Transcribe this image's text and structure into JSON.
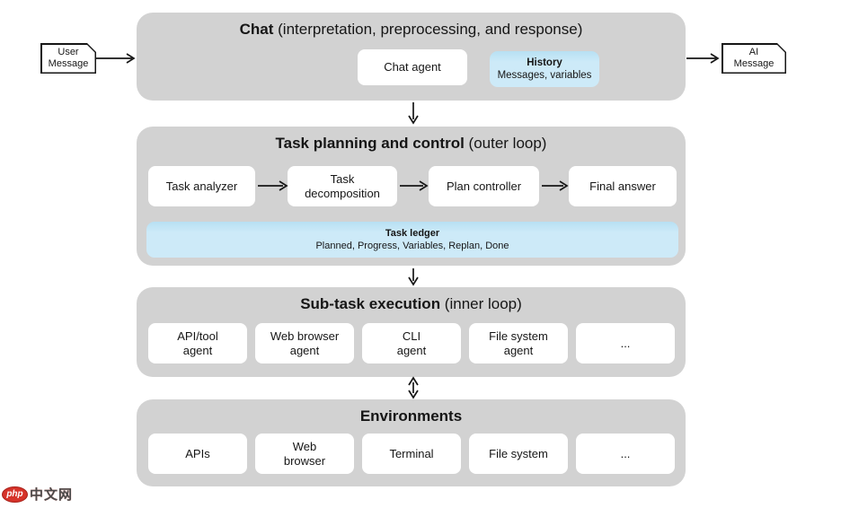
{
  "colors": {
    "container_gray": "#d2d2d2",
    "box_white": "#ffffff",
    "store_blue": "#cdeaf8",
    "ink": "#161616",
    "watermark_red": "#d6332a"
  },
  "side_notes": {
    "user_message": "User\nMessage",
    "ai_message": "AI\nMessage"
  },
  "chat": {
    "title_bold": "Chat",
    "title_rest": " (interpretation, preprocessing, and response)",
    "agent_label": "Chat agent",
    "history": {
      "title": "History",
      "subtitle": "Messages, variables"
    }
  },
  "planning": {
    "title_bold": "Task planning and control",
    "title_rest": " (outer loop)",
    "steps": [
      "Task analyzer",
      "Task\ndecomposition",
      "Plan controller",
      "Final answer"
    ],
    "ledger": {
      "title": "Task ledger",
      "subtitle": "Planned, Progress, Variables, Replan, Done"
    }
  },
  "subtask": {
    "title_bold": "Sub-task execution",
    "title_rest": " (inner loop)",
    "agents": [
      "API/tool\nagent",
      "Web browser\nagent",
      "CLI\nagent",
      "File system\nagent",
      "..."
    ]
  },
  "environments": {
    "title_bold": "Environments",
    "title_rest": "",
    "items": [
      "APIs",
      "Web\nbrowser",
      "Terminal",
      "File system",
      "..."
    ]
  },
  "watermark": {
    "badge": "php",
    "text": "中文网"
  }
}
